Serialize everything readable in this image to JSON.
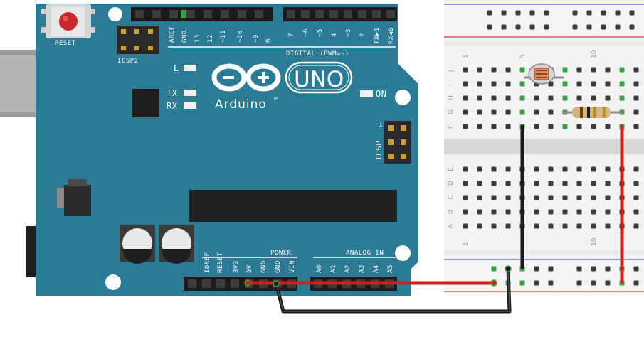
{
  "board": {
    "reset_label": "RESET",
    "icsp2_label": "ICSP2",
    "icsp_label": "ICSP",
    "icsp_pin1": "1",
    "digital_label": "DIGITAL (PWM=~)",
    "digital_pins_left": [
      "AREF",
      "GND",
      "13",
      "12",
      "~11",
      "~10",
      "~9",
      "8"
    ],
    "digital_pins_right": [
      "7",
      "~6",
      "~5",
      "4",
      "~3",
      "2",
      "TX▶1",
      "RX◀0"
    ],
    "led_l": "L",
    "led_tx": "TX",
    "led_rx": "RX",
    "led_on": "ON",
    "logo_text": "Arduino",
    "tm": "TM",
    "model": "UNO",
    "power_label": "POWER",
    "analog_label": "ANALOG IN",
    "power_pins": [
      "IOREF",
      "RESET",
      "3V3",
      "5V",
      "GND",
      "GND",
      "VIN"
    ],
    "analog_pins": [
      "A0",
      "A1",
      "A2",
      "A3",
      "A4",
      "A5"
    ]
  },
  "breadboard": {
    "rows_top": [
      "J",
      "I",
      "H",
      "G",
      "F"
    ],
    "rows_bottom": [
      "E",
      "D",
      "C",
      "B",
      "A"
    ],
    "column_marks": [
      "1",
      "5",
      "10"
    ]
  },
  "colors": {
    "board": "#2b7a96",
    "wire_red": "#d11f1f",
    "wire_black": "#1a1a1a",
    "rail_red": "#d04040",
    "rail_blue": "#4a5fd0"
  },
  "components": {
    "photoresistor": "photoresistor",
    "resistor": "resistor"
  }
}
